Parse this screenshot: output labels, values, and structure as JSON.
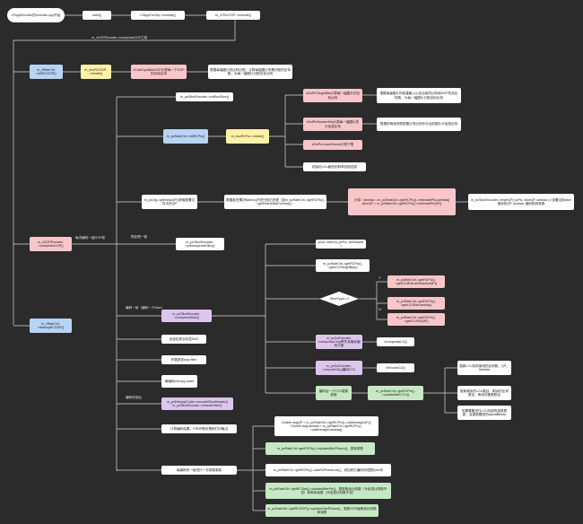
{
  "nodes": {
    "start": "xTAppEncoder的encmain.cpp开始",
    "main": "main()",
    "encode1": "cTAppEncTop->encode()",
    "encode2": "m_cTEncTOP->encode()",
    "rc_init": "m_cRateCtrl->initRCGOP()",
    "rc_create": "m_encRCGOP->create()",
    "xcalc_gop": "xCalcEquaBitsGOP计算每一个GOP的目标比特",
    "gop_note": "根据每幅图片的比特分配，计算每幅图片所需分配的比特数，为每一幅图片分配目标比特",
    "slice_init": "m_pcSliceEncoder->initEncSlice()",
    "rc_initpic": "m_pcRateCtrl->initRCPic()",
    "rcpic_create": "m_encRCPic->create()",
    "xest_pic": "xEstPicTargetBits计算每一幅图片的目标比特",
    "pic_note": "根据每幅图片的权重输入以及当前的比特和GOP的总比特数，为每一幅图片分配目标比特",
    "xest_header": "xEstPicHeaderBits计算每一幅图片的头信息比特",
    "header_note": "根据前两帧同类型图片的比特作为当前图片头信息比特",
    "xest_lower": "xEstPicLowerBound计算下限",
    "lcu_note": "初始化LCU级别的码率控制信息",
    "pic_init_qp": "m_pcCfg->getInitialQP()获取配置文件中的QP",
    "refine_note": "根据某些情况NativeQP进行修正处理（如m_pcRateCtrl->getRCPic()->getRefineBitsForIntra()）",
    "lambda_calc": "计算：lambda = m_pcRateCtrl->getRCPic()->estimatePicLambda() sliceQP = m_pcRateCtrl->getRCPic()->estimatePicQP()",
    "reset_qp": "m_pcSliceEncoder->resetQP( pcPic, sliceQP, lambda );//设置当前slice使用的QP, lambda, 编码用到参数",
    "compress_gop": "m_cGOPEncoder->compressGOP()",
    "precompress": "m_pcSliceEncoder->precompressSlice()",
    "init_ctu": "pCtu->initCtu( pcPic, ctuRsAddr )",
    "get_lambda_qp": "m_pcRateCtrl->getRCPic()->getLCUTargetBpp()",
    "est_lambda_qp": "m_pcRateCtrl->getRCPic()->getLCUEstLambdaAndQP()",
    "slice_type": "SliceType==I",
    "est_lambda": "m_pcRateCtrl->getRCPic()->getLCUEstLambda()",
    "est_qp": "m_pcRateCtrl->getRCPic()->getLCUEstQP()",
    "compress_slice": "m_pcSliceEncoder->compressSlice()",
    "compress_ctu_call": "m_pcCuEncoder->compressCtu()率失真最优编码方案",
    "compress_cu": "xCompressCU()",
    "encode_ctu_call": "m_pcCuEncoder->encodeCtu()编码CTU",
    "encode_cu": "xEncodeCU()",
    "after_ctu": "编码后一个CTU更新参数",
    "update_ctu": "m_pcRateCtrl->getRCPic()->updateAfterCTU()",
    "upd1": "更新LCU实际使用的比特数、QP、lambda",
    "upd2": "更新剩余的LCU数目、剩余的比特数目、剩余的像素数目",
    "upd3": "如果需要进行LCU内部的参数更新，会更新模型的alpha和beta",
    "alf": "自适应样点补偿SAO",
    "deblock": "环路滤波loop filter",
    "entropy": "熵编码entropy coder",
    "encode_slice": "m_pcEntropyCoder->encodeSliceHeader() m_pcSliceEncoder->encodeSlice()",
    "psnr": "计算编码结果、PSNR等处理和打印输出",
    "finish": "每编码完一帧进行一次参数更新",
    "avg_qp": "Double avgQP = m_pcRateCtrl->getRCPic()->calAverageQP(); Double avgLambda = m_pcRateCtrl->getRCPic()->calAverageLambda();",
    "update_pic": "m_pcRateCtrl->getRCPic()->updateAfterPicture()，更新参数",
    "add_list": "m_pcRateCtrl->getRCPic()->addToPictureLsit()，添加到已编码完成图片list中",
    "update_seq": "m_pcRateCtrl->getRCSeq()->updateAfterPic()，更新剩余比特数（头信息比特数不变）和剩余帧数（头信息比特数不变）",
    "update_gop": "m_pcRateCtrl->getRCGOP()->updateAfterPicture()，更新GOP级剩余比特数和帧数",
    "destroy": "m_cRateCtrl->destroyRCGOP()"
  },
  "labels": {
    "enc_gop_label": "m_cGOPEncoder->compressGOP之前",
    "gop_label": "每次编码一组GOP前",
    "pre_label": "预处理一帧",
    "slice_label": "编码一帧（编码一个slice）",
    "yes": "Y",
    "no": "N",
    "end_label": "编码完成后"
  },
  "colors": {
    "background": "#2b2b2b",
    "line": "#d9d9d9",
    "blue": "#b8d4f5",
    "yellow": "#fff2a8",
    "pink": "#f8c6c9",
    "purple": "#ddc6ee",
    "green": "#c7e8c4"
  }
}
